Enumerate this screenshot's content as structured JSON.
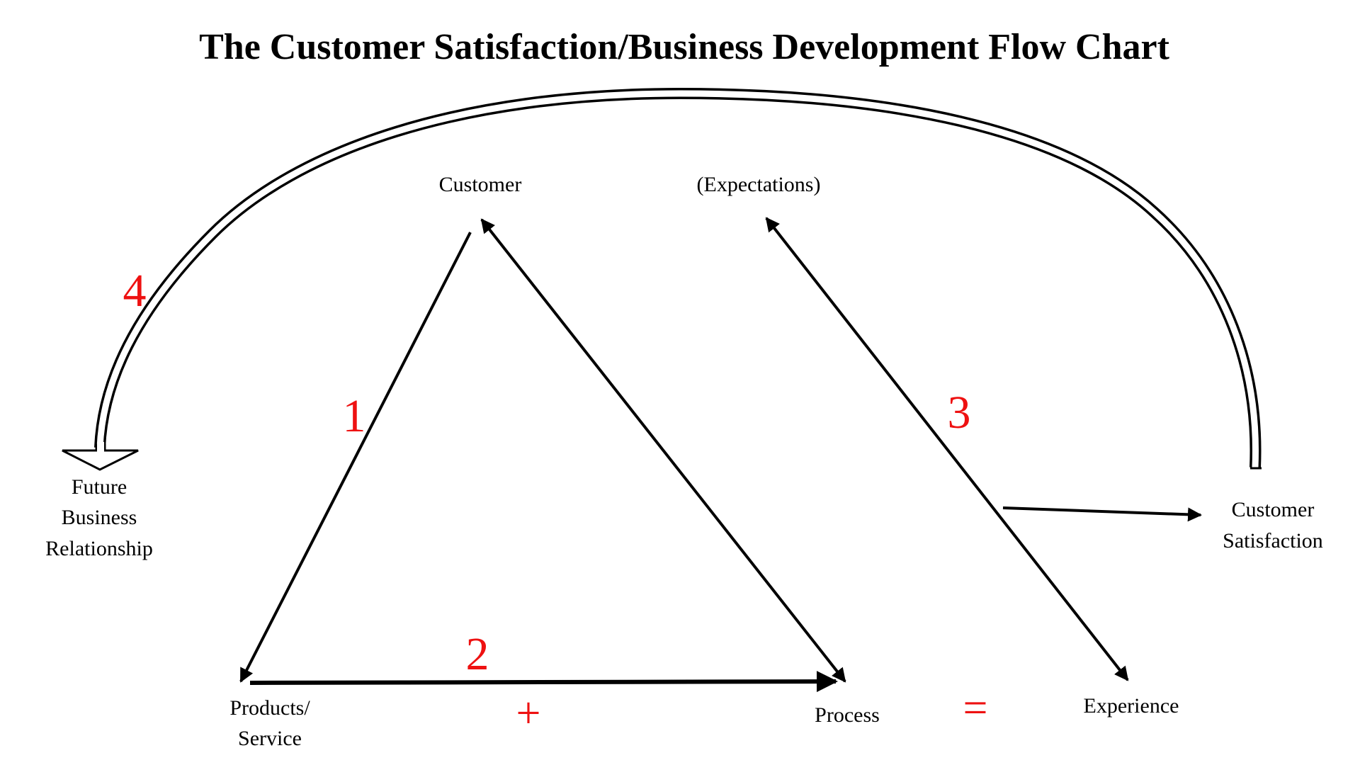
{
  "title": "The Customer Satisfaction/Business Development Flow Chart",
  "colors": {
    "ink": "#000000",
    "accent_red": "#ee1111",
    "background": "#ffffff"
  },
  "nodes": {
    "customer": "Customer",
    "expectations": "(Expectations)",
    "future_business": [
      "Future",
      "Business",
      "Relationship"
    ],
    "customer_satisfaction": [
      "Customer",
      "Satisfaction"
    ],
    "products_service": [
      "Products/",
      "Service"
    ],
    "process": "Process",
    "experience": "Experience"
  },
  "steps": {
    "one": "1",
    "two": "2",
    "three": "3",
    "four": "4"
  },
  "operators": {
    "plus": "+",
    "equals": "="
  },
  "flows": [
    {
      "from": "Customer",
      "to": "Products/Service",
      "step": "1"
    },
    {
      "from": "Products/Service",
      "to": "Process",
      "step": "2"
    },
    {
      "from": "Process",
      "to": "Customer",
      "step": ""
    },
    {
      "from": "Experience",
      "to": "(Expectations)",
      "step": "3",
      "bidirectional": true
    },
    {
      "from": "line 3",
      "to": "Customer Satisfaction",
      "step": ""
    },
    {
      "from": "Customer Satisfaction",
      "to": "Future Business Relationship",
      "step": "4"
    }
  ],
  "equation": "Products/Service + Process = Experience"
}
